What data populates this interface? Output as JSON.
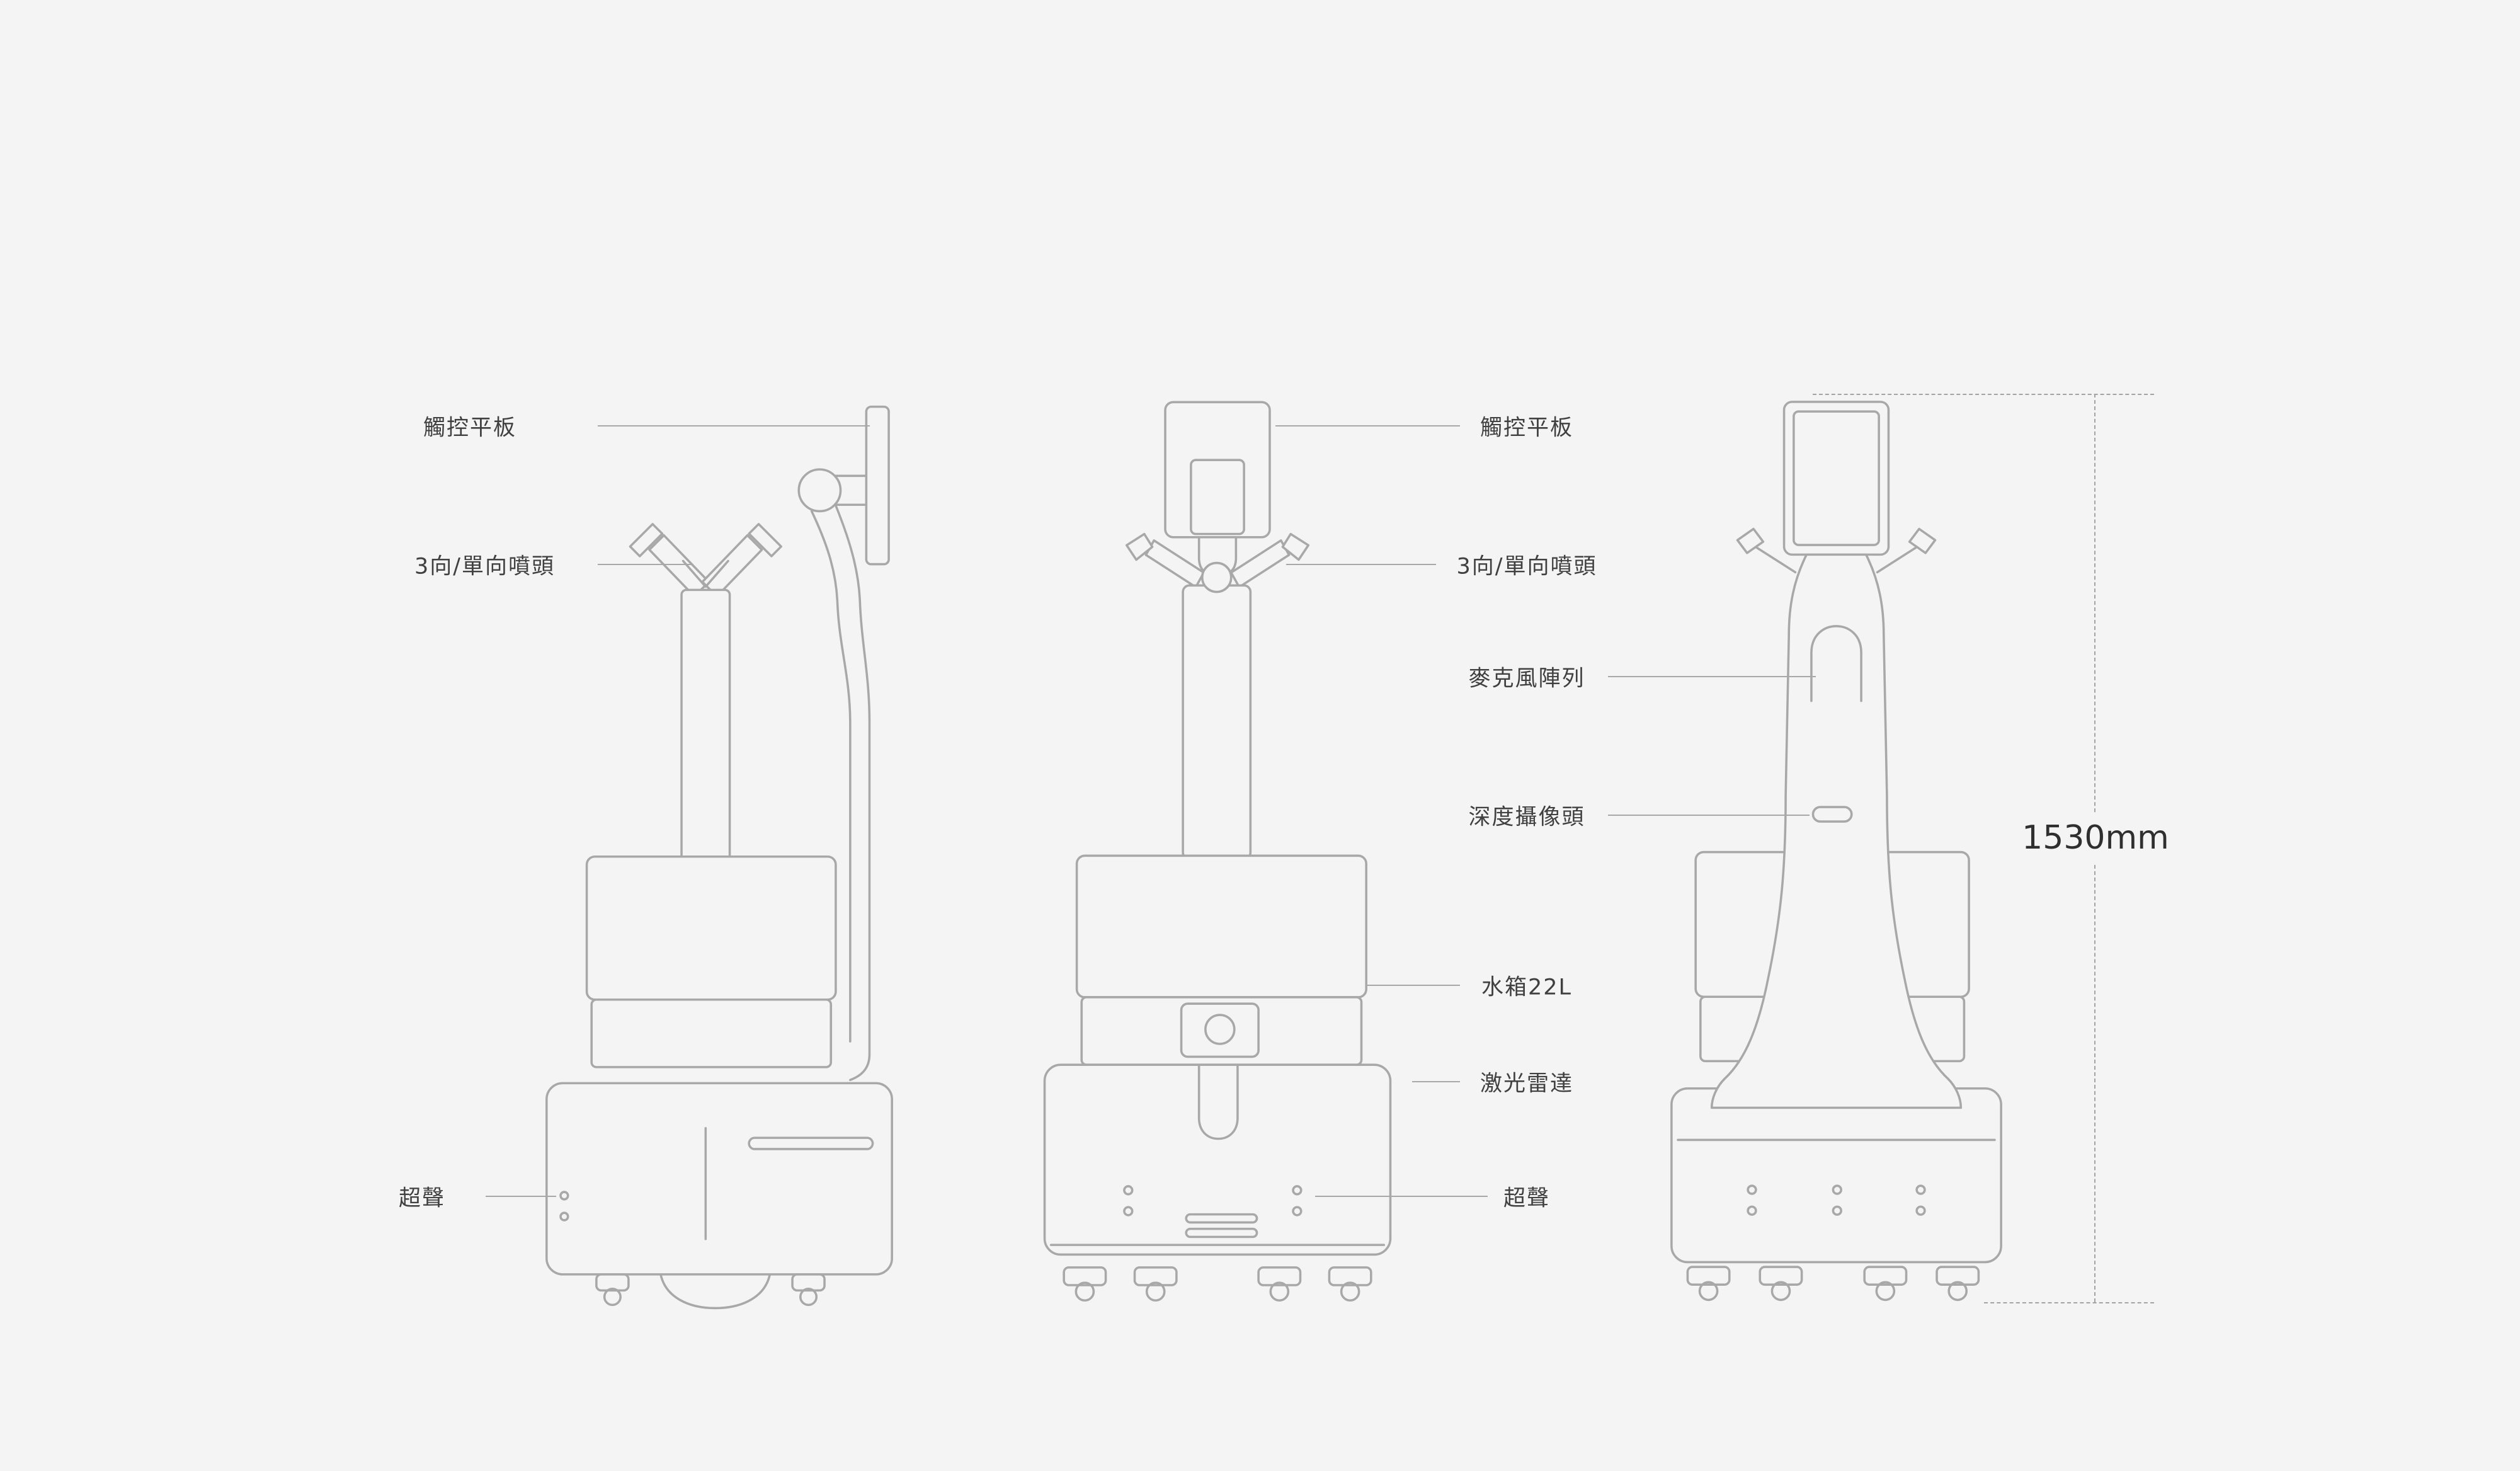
{
  "colors": {
    "background": "#f4f4f4",
    "line": "#a8a8a8",
    "text": "#404040"
  },
  "labels": {
    "left": [
      "觸控平板",
      "3向/單向噴頭",
      "超聲"
    ],
    "middle": [
      "觸控平板",
      "3向/單向噴頭",
      "麥克風陣列",
      "深度攝像頭",
      "水箱22L",
      "激光雷達",
      "超聲"
    ],
    "dimension": "1530mm"
  }
}
